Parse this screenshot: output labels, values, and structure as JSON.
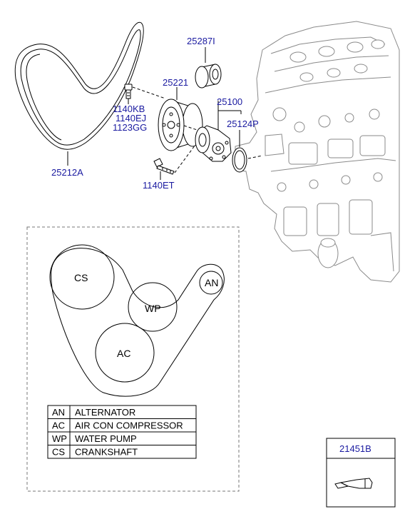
{
  "part_numbers": {
    "belt": "25212A",
    "bolt_group": [
      "1140KB",
      "1140EJ",
      "1123GG"
    ],
    "bolt_lower": "1140ET",
    "pulley": "25221",
    "idler": "25287I",
    "water_pump": "25100",
    "gasket": "25124P",
    "sealant": "21451B"
  },
  "belt_routing": {
    "pulleys": [
      "CS",
      "WP",
      "AN",
      "AC"
    ]
  },
  "legend": [
    {
      "code": "AN",
      "name": "ALTERNATOR"
    },
    {
      "code": "AC",
      "name": "AIR CON COMPRESSOR"
    },
    {
      "code": "WP",
      "name": "WATER PUMP"
    },
    {
      "code": "CS",
      "name": "CRANKSHAFT"
    }
  ],
  "colors": {
    "part_number": "#1a1aa0",
    "line": "#000000",
    "engine_outline": "#8a8a8a"
  }
}
